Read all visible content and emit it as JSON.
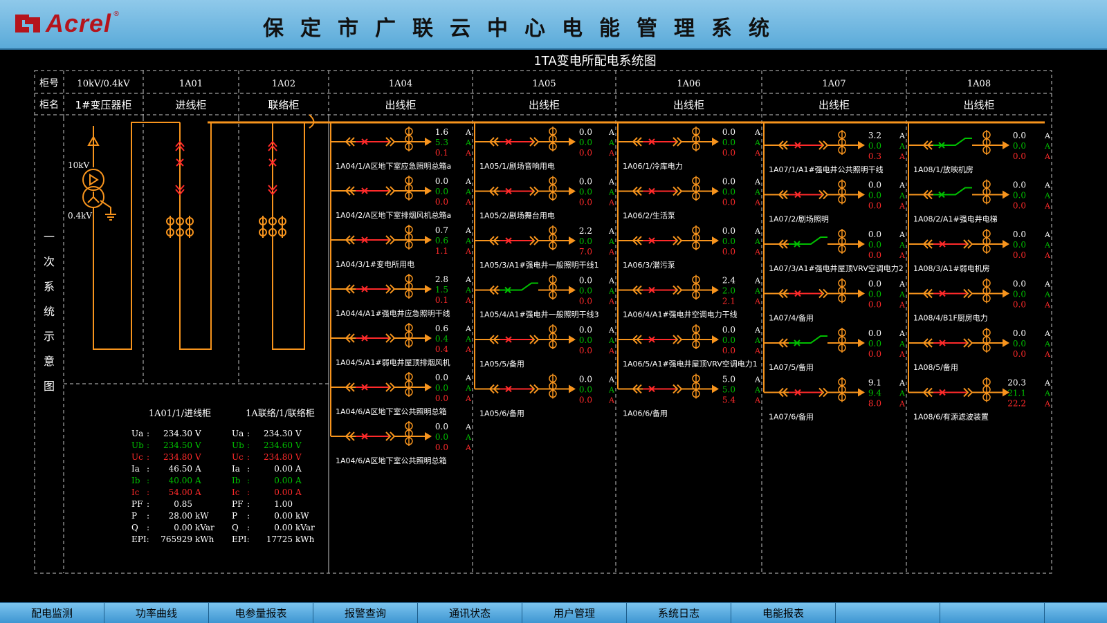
{
  "header": {
    "logo_text": "Acrel",
    "logo_reg": "®",
    "title": "保定市广联云中心电能管理系统"
  },
  "diagram": {
    "title": "1TA变电所配电系统图",
    "side_label": [
      "一",
      "次",
      "系",
      "统",
      "示",
      "意",
      "图"
    ]
  },
  "colors": {
    "bus": "#f7941d",
    "frame": "#c8c8c8",
    "text": "#ffffff",
    "green": "#00c000",
    "red": "#ff2a2a",
    "accent_header": "#5aaad9"
  },
  "table": {
    "row1_label": "柜号",
    "row2_label": "柜名",
    "columns": [
      {
        "id": "10kV/0.4kV",
        "name": "1#变压器柜"
      },
      {
        "id": "1A01",
        "name": "进线柜"
      },
      {
        "id": "1A02",
        "name": "联络柜"
      },
      {
        "id": "1A04",
        "name": "出线柜"
      },
      {
        "id": "1A05",
        "name": "出线柜"
      },
      {
        "id": "1A06",
        "name": "出线柜"
      },
      {
        "id": "1A07",
        "name": "出线柜"
      },
      {
        "id": "1A08",
        "name": "出线柜"
      }
    ]
  },
  "transformer": {
    "hv": "10kV",
    "lv": "0.4kV"
  },
  "meters": [
    {
      "title": "1A01/1/进线柜",
      "rows": [
        {
          "k": "Ua",
          "v": "234.30",
          "u": "V",
          "c": "white"
        },
        {
          "k": "Ub",
          "v": "234.50",
          "u": "V",
          "c": "green"
        },
        {
          "k": "Uc",
          "v": "234.80",
          "u": "V",
          "c": "red"
        },
        {
          "k": "Ia",
          "v": "46.50",
          "u": "A",
          "c": "white"
        },
        {
          "k": "Ib",
          "v": "40.00",
          "u": "A",
          "c": "green"
        },
        {
          "k": "Ic",
          "v": "54.00",
          "u": "A",
          "c": "red"
        },
        {
          "k": "PF",
          "v": "0.85",
          "u": "",
          "c": "white"
        },
        {
          "k": "P",
          "v": "28.00",
          "u": "kW",
          "c": "white"
        },
        {
          "k": "Q",
          "v": "0.00",
          "u": "kVar",
          "c": "white"
        },
        {
          "k": "EPI:",
          "v": "765929",
          "u": "kWh",
          "c": "white"
        }
      ]
    },
    {
      "title": "1A联络/1/联络柜",
      "rows": [
        {
          "k": "Ua",
          "v": "234.30",
          "u": "V",
          "c": "white"
        },
        {
          "k": "Ub",
          "v": "234.60",
          "u": "V",
          "c": "green"
        },
        {
          "k": "Uc",
          "v": "234.80",
          "u": "V",
          "c": "red"
        },
        {
          "k": "Ia",
          "v": "0.00",
          "u": "A",
          "c": "white"
        },
        {
          "k": "Ib",
          "v": "0.00",
          "u": "A",
          "c": "green"
        },
        {
          "k": "Ic",
          "v": "0.00",
          "u": "A",
          "c": "red"
        },
        {
          "k": "PF",
          "v": "1.00",
          "u": "",
          "c": "white"
        },
        {
          "k": "P",
          "v": "0.00",
          "u": "kW",
          "c": "white"
        },
        {
          "k": "Q",
          "v": "0.00",
          "u": "kVar",
          "c": "white"
        },
        {
          "k": "EPI:",
          "v": "17725",
          "u": "kWh",
          "c": "white"
        }
      ]
    }
  ],
  "feeders": [
    [
      {
        "label": "1A04/1/A区地下室应急照明总箱a",
        "ia": "1.6",
        "ib": "5.3",
        "ic": "0.1",
        "closed": false
      },
      {
        "label": "1A04/2/A区地下室排烟风机总箱a",
        "ia": "0.0",
        "ib": "0.0",
        "ic": "0.0",
        "closed": false
      },
      {
        "label": "1A04/3/1#变电所用电",
        "ia": "0.7",
        "ib": "0.6",
        "ic": "1.1",
        "closed": false
      },
      {
        "label": "1A04/4/A1#强电井应急照明干线",
        "ia": "2.8",
        "ib": "1.5",
        "ic": "0.1",
        "closed": false
      },
      {
        "label": "1A04/5/A1#弱电井屋顶排烟风机",
        "ia": "0.6",
        "ib": "0.4",
        "ic": "0.4",
        "closed": false
      },
      {
        "label": "1A04/6/A区地下室公共照明总箱",
        "ia": "0.0",
        "ib": "0.0",
        "ic": "0.0",
        "closed": false
      },
      {
        "label": "1A04/6/A区地下室公共照明总箱",
        "ia": "0.0",
        "ib": "0.0",
        "ic": "0.0",
        "closed": false
      }
    ],
    [
      {
        "label": "1A05/1/剧场音响用电",
        "ia": "0.0",
        "ib": "0.0",
        "ic": "0.0",
        "closed": false
      },
      {
        "label": "1A05/2/剧场舞台用电",
        "ia": "0.0",
        "ib": "0.0",
        "ic": "0.0",
        "closed": false
      },
      {
        "label": "1A05/3/A1#强电井一般照明干线1",
        "ia": "2.2",
        "ib": "0.0",
        "ic": "7.0",
        "closed": false
      },
      {
        "label": "1A05/4/A1#强电井一般照明干线3",
        "ia": "0.0",
        "ib": "0.0",
        "ic": "0.0",
        "closed": true
      },
      {
        "label": "1A05/5/备用",
        "ia": "0.0",
        "ib": "0.0",
        "ic": "0.0",
        "closed": false
      },
      {
        "label": "1A05/6/备用",
        "ia": "0.0",
        "ib": "0.0",
        "ic": "0.0",
        "closed": false
      }
    ],
    [
      {
        "label": "1A06/1/冷库电力",
        "ia": "0.0",
        "ib": "0.0",
        "ic": "0.0",
        "closed": false
      },
      {
        "label": "1A06/2/生活泵",
        "ia": "0.0",
        "ib": "0.0",
        "ic": "0.0",
        "closed": false
      },
      {
        "label": "1A06/3/潜污泵",
        "ia": "0.0",
        "ib": "0.0",
        "ic": "0.0",
        "closed": false
      },
      {
        "label": "1A06/4/A1#强电井空调电力干线",
        "ia": "2.4",
        "ib": "2.0",
        "ic": "2.1",
        "closed": false
      },
      {
        "label": "1A06/5/A1#强电井屋顶VRV空调电力1",
        "ia": "0.0",
        "ib": "0.0",
        "ic": "0.0",
        "closed": false
      },
      {
        "label": "1A06/6/备用",
        "ia": "5.0",
        "ib": "5.0",
        "ic": "5.4",
        "closed": false
      }
    ],
    [
      {
        "label": "1A07/1/A1#强电井公共照明干线",
        "ia": "3.2",
        "ib": "0.0",
        "ic": "0.3",
        "closed": false
      },
      {
        "label": "1A07/2/剧场照明",
        "ia": "0.0",
        "ib": "0.0",
        "ic": "0.0",
        "closed": false
      },
      {
        "label": "1A07/3/A1#强电井屋顶VRV空调电力2",
        "ia": "0.0",
        "ib": "0.0",
        "ic": "0.0",
        "closed": true
      },
      {
        "label": "1A07/4/备用",
        "ia": "0.0",
        "ib": "0.0",
        "ic": "0.0",
        "closed": false
      },
      {
        "label": "1A07/5/备用",
        "ia": "0.0",
        "ib": "0.0",
        "ic": "0.0",
        "closed": true
      },
      {
        "label": "1A07/6/备用",
        "ia": "9.1",
        "ib": "9.4",
        "ic": "8.0",
        "closed": false
      }
    ],
    [
      {
        "label": "1A08/1/放映机房",
        "ia": "0.0",
        "ib": "0.0",
        "ic": "0.0",
        "closed": true
      },
      {
        "label": "1A08/2/A1#强电井电梯",
        "ia": "0.0",
        "ib": "0.0",
        "ic": "0.0",
        "closed": true
      },
      {
        "label": "1A08/3/A1#弱电机房",
        "ia": "0.0",
        "ib": "0.0",
        "ic": "0.0",
        "closed": false
      },
      {
        "label": "1A08/4/B1F厨房电力",
        "ia": "0.0",
        "ib": "0.0",
        "ic": "0.0",
        "closed": false
      },
      {
        "label": "1A08/5/备用",
        "ia": "0.0",
        "ib": "0.0",
        "ic": "0.0",
        "closed": false
      },
      {
        "label": "1A08/6/有源滤波装置",
        "ia": "20.3",
        "ib": "21.1",
        "ic": "22.2",
        "closed": false
      }
    ]
  ],
  "units": {
    "current": "A"
  },
  "nav": [
    "配电监测",
    "功率曲线",
    "电参量报表",
    "报警查询",
    "通讯状态",
    "用户管理",
    "系统日志",
    "电能报表",
    "",
    ""
  ]
}
